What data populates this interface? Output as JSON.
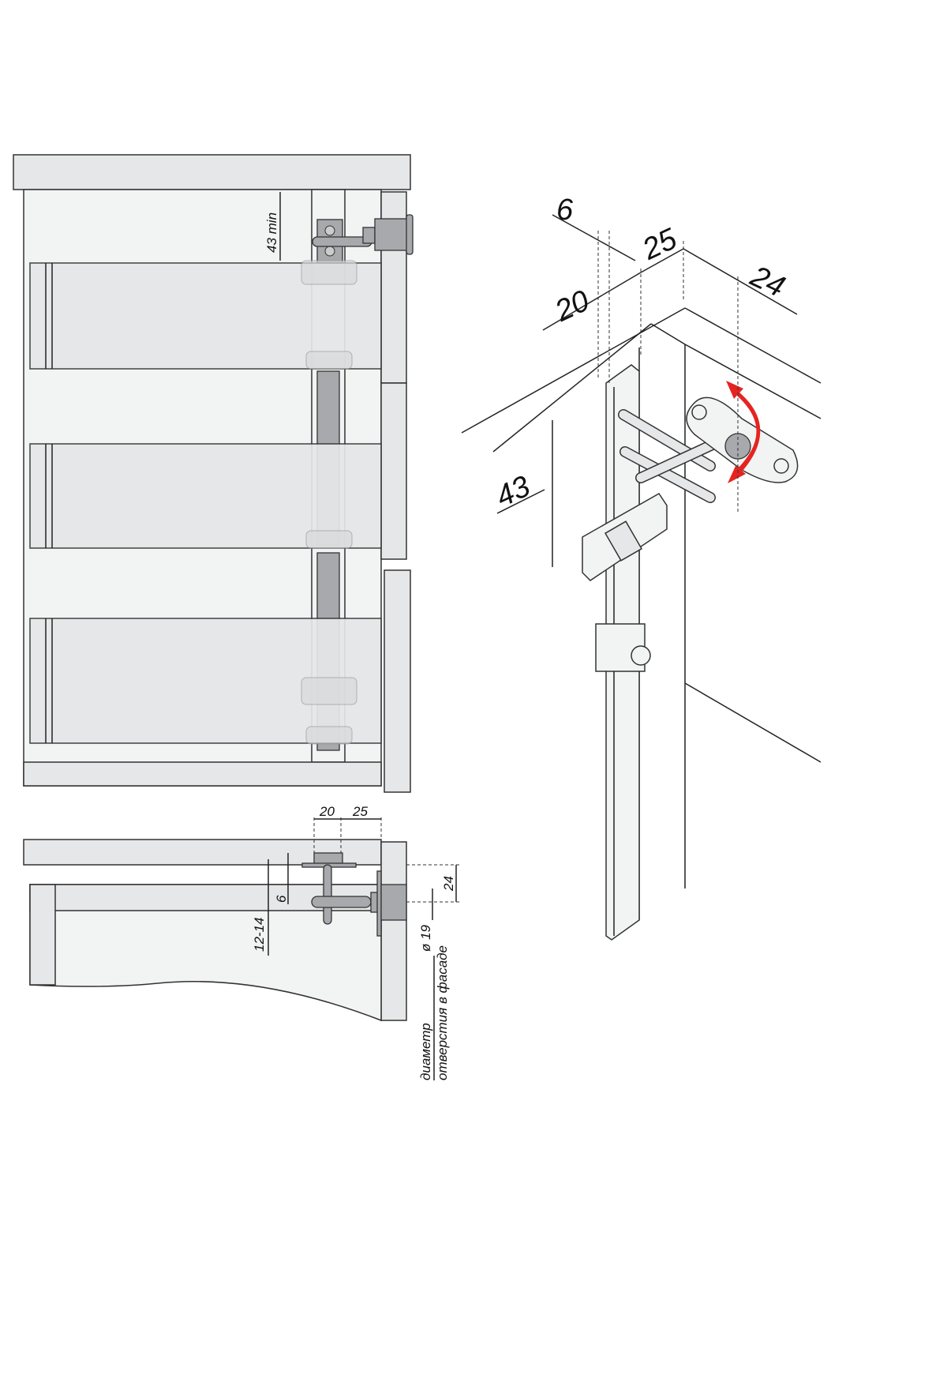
{
  "front_view": {
    "dim_43_min": "43 min"
  },
  "section_view": {
    "dim_20": "20",
    "dim_25": "25",
    "dim_6": "6",
    "dim_12_14": "12-14",
    "dim_24": "24",
    "dim_d19": "ø 19",
    "note_line1": "диаметр",
    "note_line2": "отверстия в фасаде"
  },
  "iso_view": {
    "dim_6": "6",
    "dim_25": "25",
    "dim_20": "20",
    "dim_24": "24",
    "dim_43": "43"
  },
  "colors": {
    "panel": "#e6e7e8",
    "metal": "#a7a9ac",
    "arrow": "#e52421"
  }
}
